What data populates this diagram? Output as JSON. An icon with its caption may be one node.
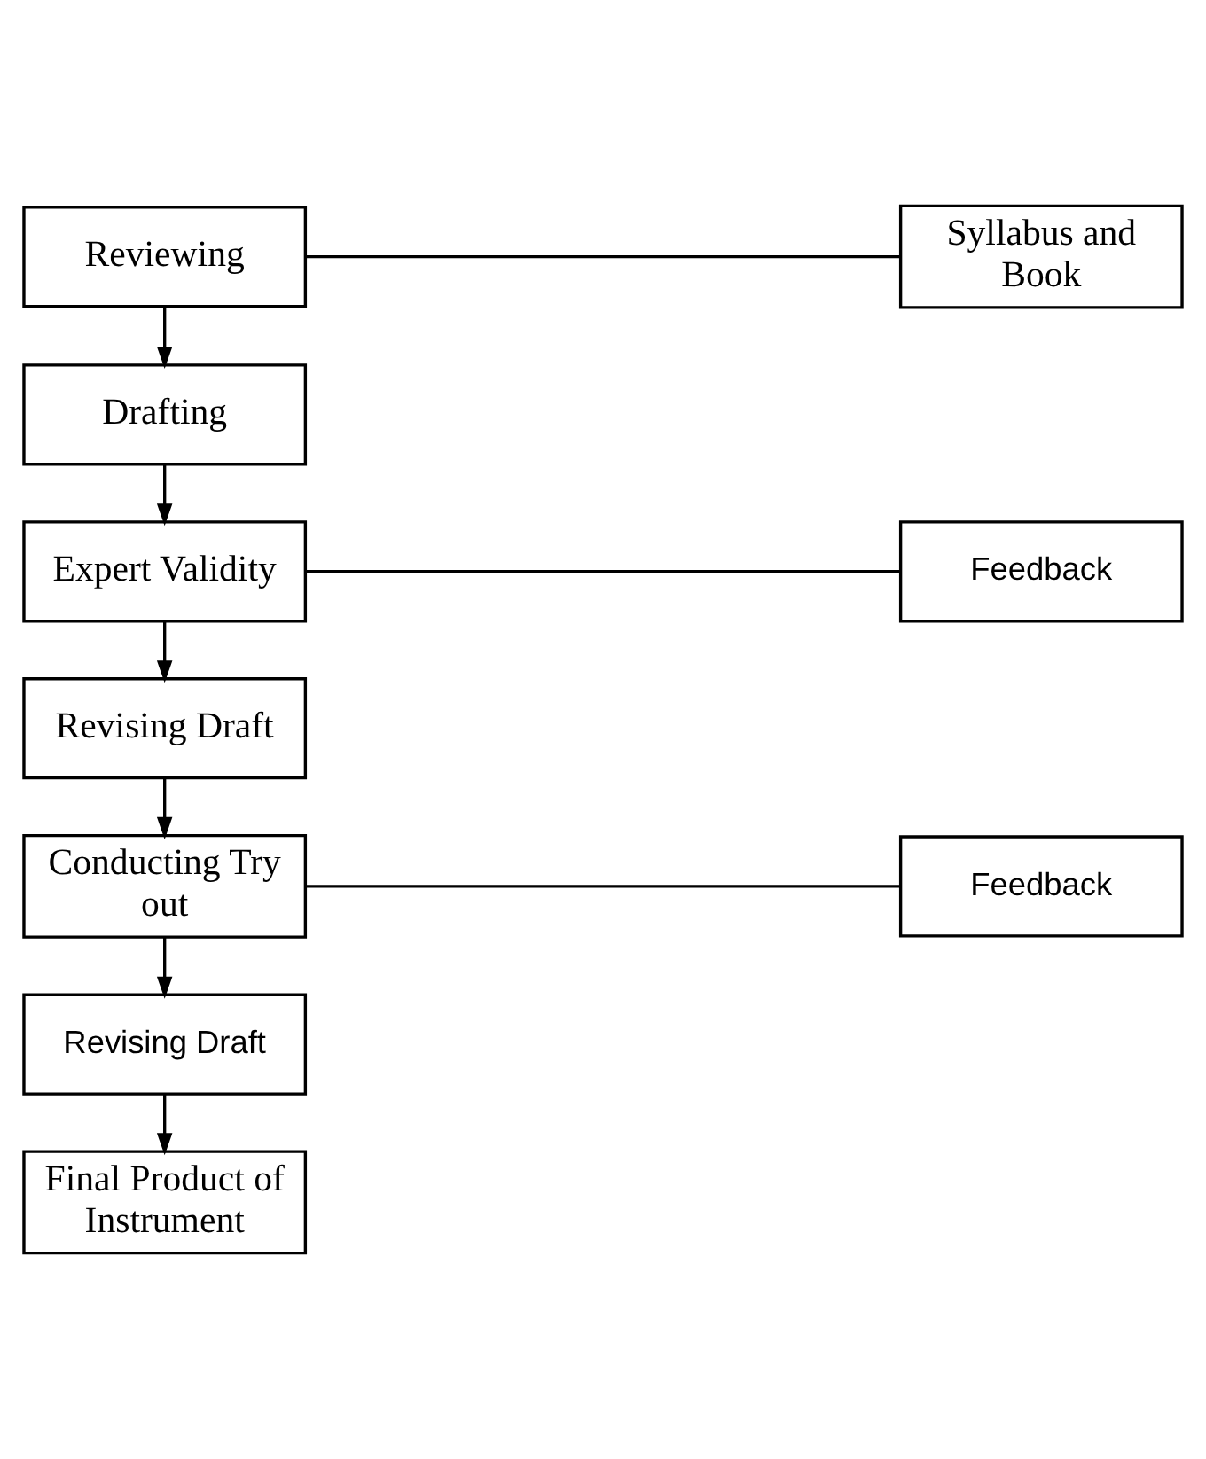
{
  "diagram": {
    "nodes": [
      {
        "text": [
          "Reviewing"
        ]
      },
      {
        "text": [
          "Syllabus and Book"
        ]
      },
      {
        "text": [
          "Drafting"
        ]
      },
      {
        "text": [
          "Expert Validity"
        ]
      },
      {
        "text": [
          "Feedback"
        ]
      },
      {
        "text": [
          "Revising Draft"
        ]
      },
      {
        "text": [
          "Conducting Try out"
        ]
      },
      {
        "text": [
          "Feedback"
        ]
      },
      {
        "text": [
          "Revising Draft"
        ]
      },
      {
        "text": [
          "Final Product of Instrument"
        ]
      }
    ],
    "edges": [
      {
        "from": 0,
        "to": 1,
        "arrow": "none"
      },
      {
        "from": 0,
        "to": 2,
        "arrow": "to"
      },
      {
        "from": 2,
        "to": 3,
        "arrow": "to"
      },
      {
        "from": 3,
        "to": 4,
        "arrow": "none"
      },
      {
        "from": 3,
        "to": 5,
        "arrow": "to"
      },
      {
        "from": 5,
        "to": 6,
        "arrow": "to"
      },
      {
        "from": 6,
        "to": 7,
        "arrow": "none"
      },
      {
        "from": 6,
        "to": 8,
        "arrow": "to"
      },
      {
        "from": 8,
        "to": 9,
        "arrow": "to"
      }
    ]
  }
}
